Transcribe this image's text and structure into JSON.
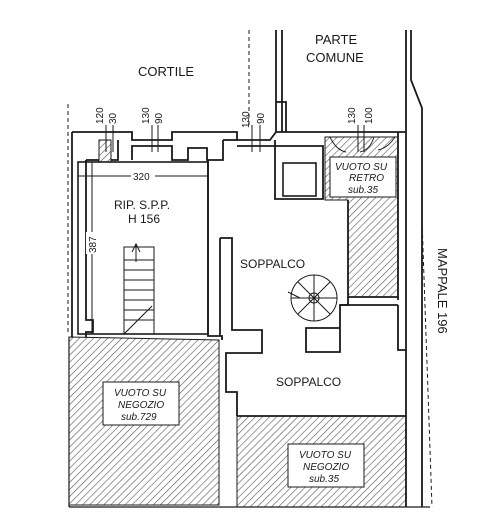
{
  "labels": {
    "cortile": "CORTILE",
    "parte_line1": "PARTE",
    "parte_line2": "COMUNE",
    "mappale": "MAPPALE 196",
    "rip_line1": "RIP. S.P.P.",
    "rip_line2": "H 156",
    "soppalco_upper": "SOPPALCO",
    "soppalco_lower": "SOPPALCO"
  },
  "voids": {
    "retro": {
      "line1": "VUOTO SU",
      "line2": "RETRO",
      "line3": "sub.35"
    },
    "negozio_left": {
      "line1": "VUOTO SU",
      "line2": "NEGOZIO",
      "line3": "sub.729"
    },
    "negozio_right": {
      "line1": "VUOTO SU",
      "line2": "NEGOZIO",
      "line3": "sub.35"
    }
  },
  "dimensions": {
    "d120": "120",
    "d30": "30",
    "d130a": "130",
    "d90a": "90",
    "d130b": "130",
    "d90b": "90",
    "d130c": "130",
    "d100": "100",
    "d320": "320",
    "d387": "387"
  },
  "colors": {
    "wall": "#1a1a1a",
    "hatch": "#555555",
    "background": "#ffffff"
  }
}
